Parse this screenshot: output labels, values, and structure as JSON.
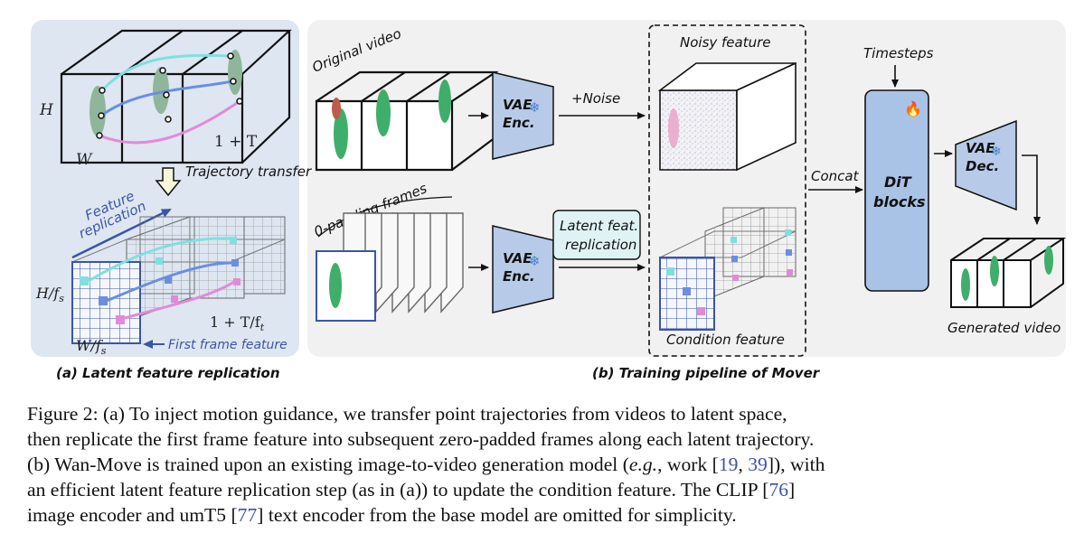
{
  "panel_a": {
    "top_cube": {
      "h_label": "H",
      "w_label": "W",
      "t_label": "1 + T"
    },
    "arrow_label": "Trajectory transfer",
    "feature_replication_line1": "Feature",
    "feature_replication_line2": "replication",
    "bottom_cube": {
      "h_label": "H/f",
      "h_sub": "s",
      "w_label": "W/f",
      "w_sub": "s",
      "t_label": "1 + T/f",
      "t_sub": "t"
    },
    "first_frame_label": "First frame feature",
    "title": "(a) Latent feature replication"
  },
  "panel_b": {
    "original_video": "Original video",
    "padding_frames": "0-padding frames",
    "vae_enc_top": [
      "VAE",
      "Enc."
    ],
    "vae_enc_bottom": [
      "VAE",
      "Enc."
    ],
    "noise_label": "+Noise",
    "latent_feat_line1": "Latent feat.",
    "latent_feat_line2": "replication",
    "noisy_feature": "Noisy feature",
    "condition_feature": "Condition feature",
    "concat": "Concat",
    "timesteps": "Timesteps",
    "dit_line1": "DiT",
    "dit_line2": "blocks",
    "vae_dec": [
      "VAE",
      "Dec."
    ],
    "generated_video": "Generated video",
    "title": "(b) Training pipeline of Mover"
  },
  "caption": {
    "line1": "Figure 2: (a) To inject motion guidance, we transfer point trajectories from videos to latent space,",
    "line2": "then replicate the first frame feature into subsequent zero-padded frames along each latent trajectory.",
    "line3_pre": "(b) Wan-Move is trained upon an existing image-to-video generation model (",
    "line3_eg": "e.g.",
    "line3_mid": ", work [",
    "ref_19": "19",
    "line3_sep": ", ",
    "ref_39": "39",
    "line3_post": "]), with",
    "line4_pre": "an efficient latent feature replication step (as in (a)) to update the condition feature. The CLIP [",
    "ref_76": "76",
    "line4_post": "]",
    "line5_pre": "image encoder and umT5 [",
    "ref_77": "77",
    "line5_post": "] text encoder from the base model are omitted for simplicity."
  },
  "colors": {
    "panel_a_bg": "#dde6f1",
    "panel_b_bg": "#f1f1f1",
    "encoder_fill": "#b7cbe8",
    "dit_fill": "#a9c3e6",
    "latent_box_fill": "#dff3f4",
    "grid_blue": "#3b55a6",
    "reference_link": "#3e4fb0"
  }
}
